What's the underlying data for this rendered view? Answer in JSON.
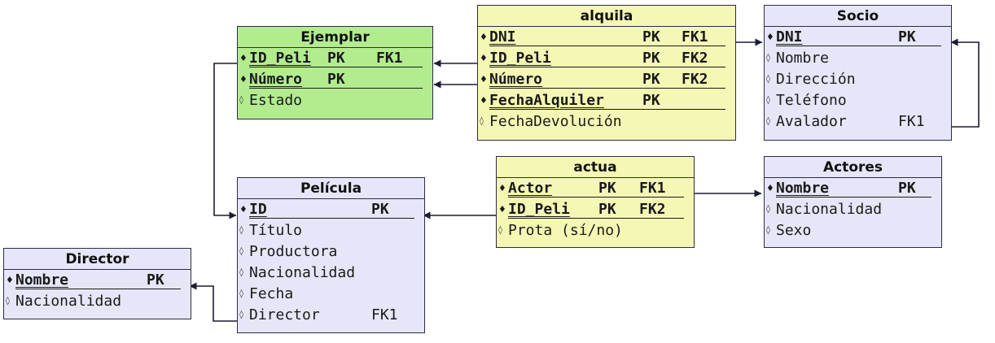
{
  "colors": {
    "line": "#1c1c33",
    "border": "#2c2c44",
    "green": "#b3ec8f",
    "yellow": "#f4f8b4",
    "lilac": "#e6e6f8"
  },
  "entities": {
    "ejemplar": {
      "title": "Ejemplar",
      "rows": [
        {
          "name": "ID_Peli",
          "pk": "PK",
          "fk": "FK1"
        },
        {
          "name": "Número",
          "pk": "PK",
          "fk": ""
        },
        {
          "name": "Estado",
          "pk": "",
          "fk": ""
        }
      ]
    },
    "alquila": {
      "title": "alquila",
      "rows": [
        {
          "name": "DNI",
          "pk": "PK",
          "fk": "FK1"
        },
        {
          "name": "ID_Peli",
          "pk": "PK",
          "fk": "FK2"
        },
        {
          "name": "Número",
          "pk": "PK",
          "fk": "FK2"
        },
        {
          "name": "FechaAlquiler",
          "pk": "PK",
          "fk": ""
        },
        {
          "name": "FechaDevolución",
          "pk": "",
          "fk": ""
        }
      ]
    },
    "socio": {
      "title": "Socio",
      "rows": [
        {
          "name": "DNI",
          "pk": "PK",
          "fk": ""
        },
        {
          "name": "Nombre",
          "pk": "",
          "fk": ""
        },
        {
          "name": "Dirección",
          "pk": "",
          "fk": ""
        },
        {
          "name": "Teléfono",
          "pk": "",
          "fk": ""
        },
        {
          "name": "Avalador",
          "pk": "",
          "fk": "FK1"
        }
      ]
    },
    "pelicula": {
      "title": "Película",
      "rows": [
        {
          "name": "ID",
          "pk": "PK",
          "fk": ""
        },
        {
          "name": "Título",
          "pk": "",
          "fk": ""
        },
        {
          "name": "Productora",
          "pk": "",
          "fk": ""
        },
        {
          "name": "Nacionalidad",
          "pk": "",
          "fk": ""
        },
        {
          "name": "Fecha",
          "pk": "",
          "fk": ""
        },
        {
          "name": "Director",
          "pk": "",
          "fk": "FK1"
        }
      ]
    },
    "actua": {
      "title": "actua",
      "rows": [
        {
          "name": "Actor",
          "pk": "PK",
          "fk": "FK1"
        },
        {
          "name": "ID_Peli",
          "pk": "PK",
          "fk": "FK2"
        },
        {
          "name": "Prota (sí/no)",
          "pk": "",
          "fk": ""
        }
      ]
    },
    "actores": {
      "title": "Actores",
      "rows": [
        {
          "name": "Nombre",
          "pk": "PK",
          "fk": ""
        },
        {
          "name": "Nacionalidad",
          "pk": "",
          "fk": ""
        },
        {
          "name": "Sexo",
          "pk": "",
          "fk": ""
        }
      ]
    },
    "director": {
      "title": "Director",
      "rows": [
        {
          "name": "Nombre",
          "pk": "PK",
          "fk": ""
        },
        {
          "name": "Nacionalidad",
          "pk": "",
          "fk": ""
        }
      ]
    }
  }
}
